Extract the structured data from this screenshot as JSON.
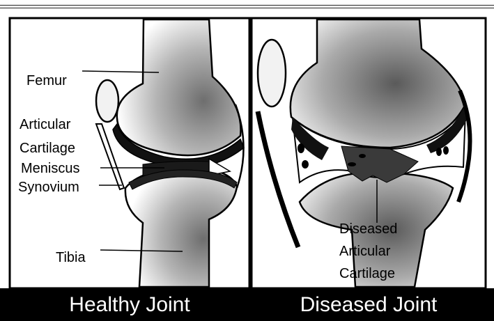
{
  "healthy": {
    "labels": {
      "femur": "Femur",
      "articular_cartilage_line1": "Articular",
      "articular_cartilage_line2": "Cartilage",
      "meniscus": "Meniscus",
      "synovium": "Synovium",
      "tibia": "Tibia"
    },
    "caption": "Healthy Joint"
  },
  "diseased": {
    "labels": {
      "diseased_line1": "Diseased",
      "diseased_line2": "Articular",
      "diseased_line3": "Cartilage"
    },
    "caption": "Diseased Joint"
  },
  "colors": {
    "ink": "#000000",
    "bone_shade": "#8a8a8a",
    "caption_bar": "#000000",
    "caption_text": "#ffffff"
  }
}
